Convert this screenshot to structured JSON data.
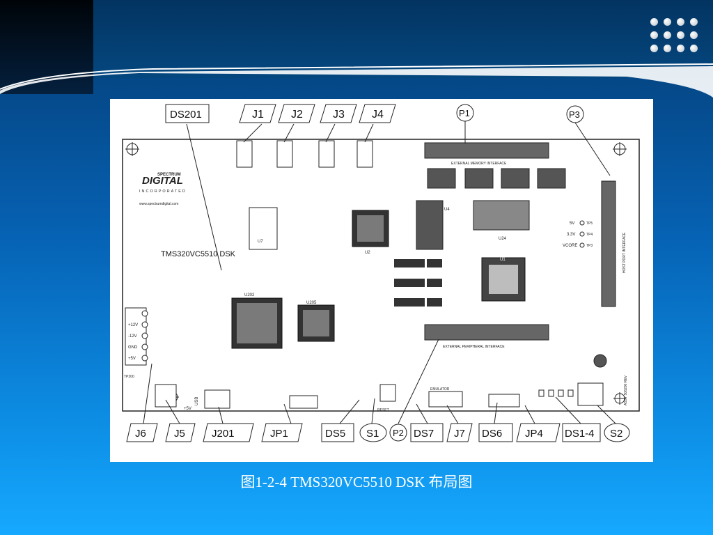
{
  "caption": "图1-2-4 TMS320VC5510 DSK 布局图",
  "theme": {
    "accent": "#0a7fd6",
    "dark": "#031c36",
    "figure_bg": "#ffffff"
  },
  "decoration": {
    "icon": "dot-grid-icon"
  },
  "figure": {
    "callouts": {
      "ds201": "DS201",
      "j1": "J1",
      "j2": "J2",
      "j3": "J3",
      "j4": "J4",
      "p1": "P1",
      "p3": "P3",
      "j6": "J6",
      "j5": "J5",
      "j201": "J201",
      "jp1": "JP1",
      "ds5": "DS5",
      "s1": "S1",
      "p2": "P2",
      "ds7": "DS7",
      "j7": "J7",
      "ds6": "DS6",
      "jp4": "JP4",
      "ds14": "DS1-4",
      "s2": "S2"
    },
    "silkscreen": {
      "brand_top": "SPECTRUM",
      "brand_main": "DIGITAL",
      "brand_sub": "INCORPORATED",
      "url": "www.spectrumdigital.com",
      "board_name": "TMS320VC5510  DSK",
      "power_labels": [
        "+12V",
        "-12V",
        "GND",
        "+5V"
      ],
      "mem_if": "EXTERNAL MEMORY INTERFACE",
      "periph_if": "EXTERNAL PERIPHERAL INTERFACE",
      "hpi_if": "HOST PORT INTERFACE",
      "emulator": "EMULATOR",
      "reset": "RESET",
      "tp_labels": [
        "5V",
        "3.3V",
        "VCORE"
      ],
      "tp_names": [
        "TP5",
        "TP4",
        "TP3"
      ],
      "chips": {
        "u7": "U7",
        "u202": "U202",
        "u205": "U205",
        "u24": "U24",
        "u1": "U1",
        "u4": "U4",
        "u2": "U2"
      },
      "small": {
        "tp200": "TP200",
        "plus5v": "+5V",
        "usb": "USB",
        "assy": "ASSY 506200 REV"
      }
    }
  }
}
